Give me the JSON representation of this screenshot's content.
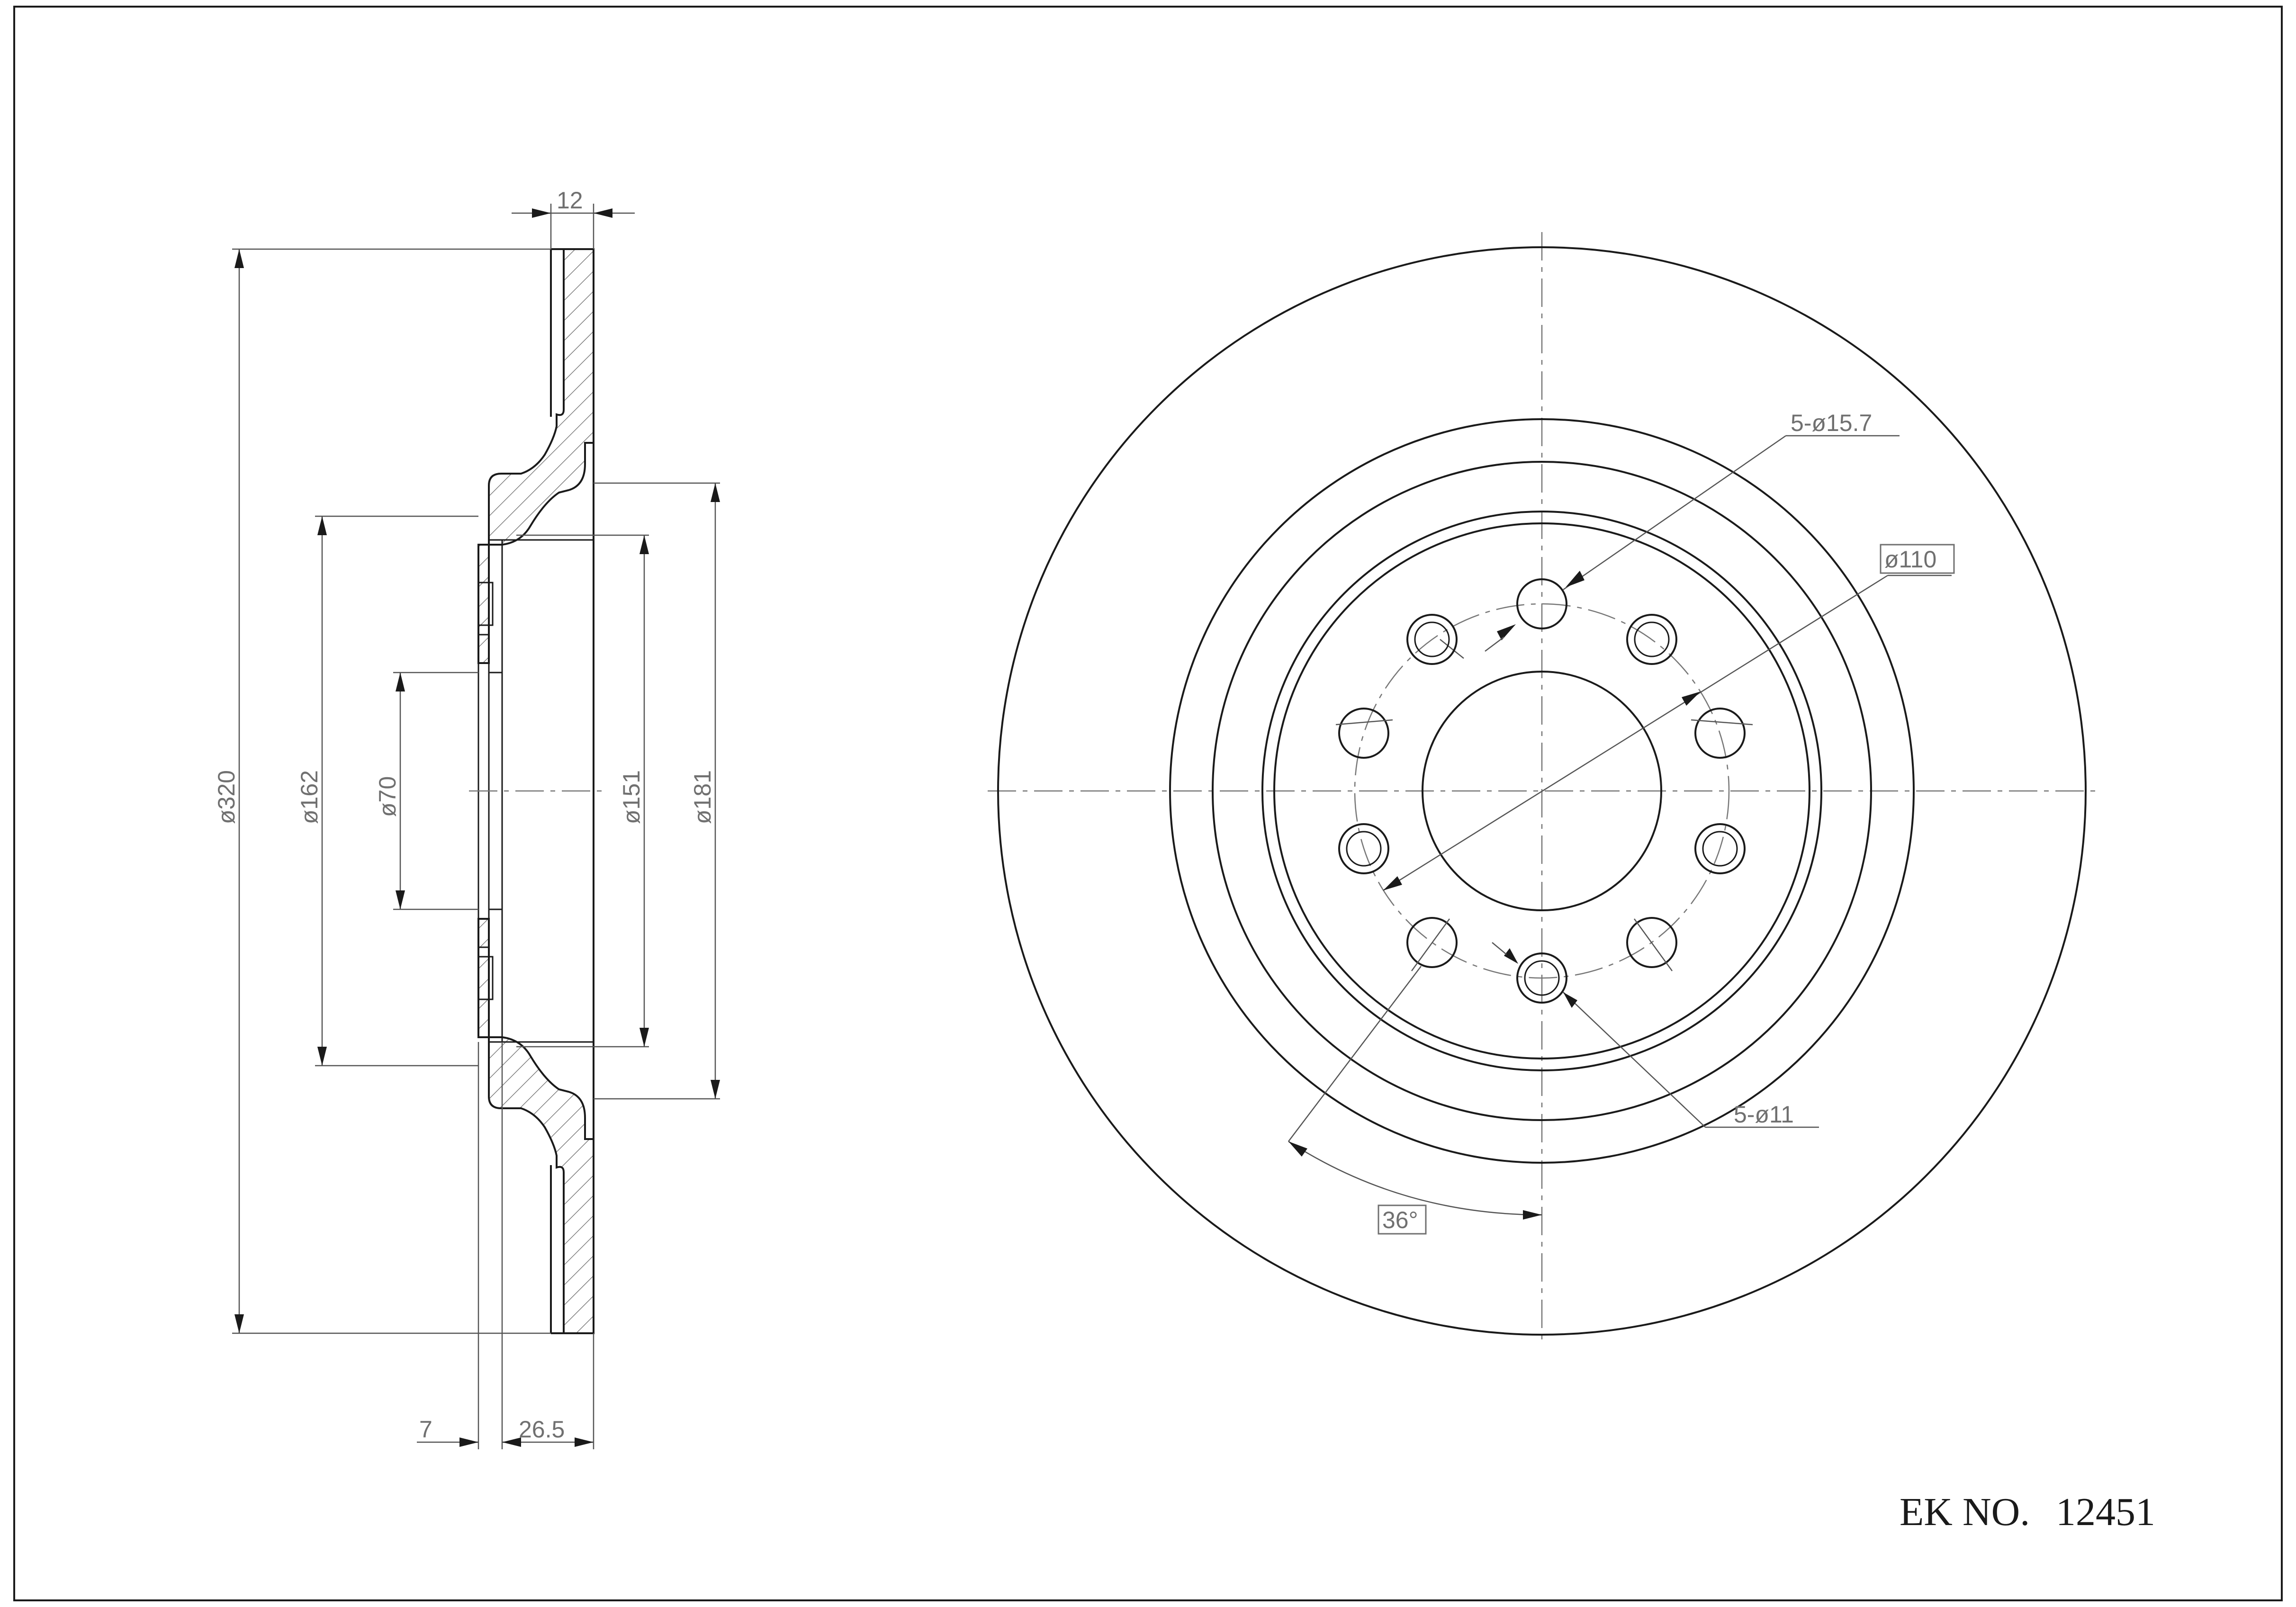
{
  "title_block": {
    "label": "EK NO.",
    "part_number": "12451"
  },
  "side_view": {
    "thickness": "12",
    "overall_diameter": "ø320",
    "hat_diameter": "ø162",
    "center_bore": "ø70",
    "inner_diameter": "ø151",
    "friction_inner_diameter": "ø181",
    "hat_thickness": "7",
    "overall_height": "26.5"
  },
  "front_view": {
    "bolt_holes": "5-ø15.7",
    "pcd": "ø110",
    "threaded_holes": "5-ø11",
    "angle": "36°"
  }
}
